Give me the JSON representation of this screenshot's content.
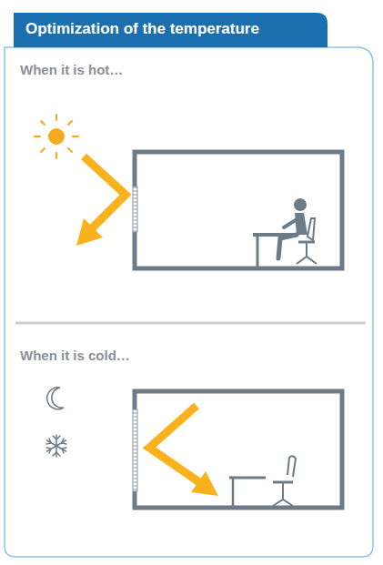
{
  "diagram": {
    "title": "Optimization of the temperature",
    "labels": [
      "When it is hot…",
      "When it is cold…"
    ]
  }
}
